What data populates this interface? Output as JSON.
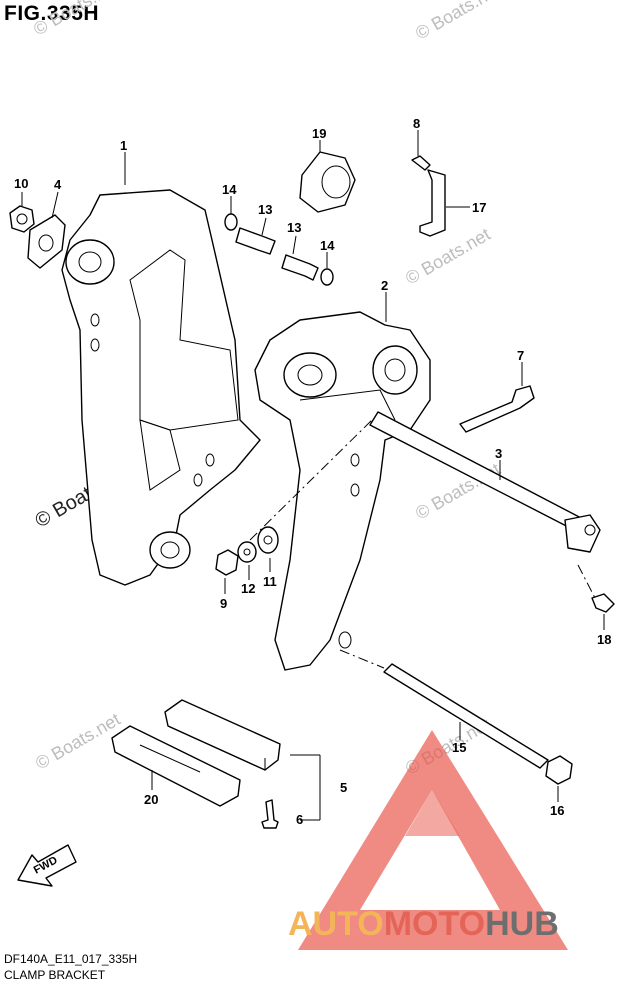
{
  "figure": {
    "title": "FIG.335H",
    "model_code": "DF140A_E11_017_335H",
    "caption": "CLAMP BRACKET"
  },
  "callouts": [
    "1",
    "2",
    "3",
    "4",
    "5",
    "6",
    "7",
    "8",
    "9",
    "10",
    "11",
    "12",
    "13",
    "13",
    "14",
    "14",
    "15",
    "16",
    "17",
    "18",
    "19",
    "20"
  ],
  "watermark": {
    "text": "© Boats.net",
    "brand_parts": [
      "AUTO",
      "MOTO",
      "HUB"
    ],
    "colors": {
      "auto": "#f2a93b",
      "moto": "#e04b3c",
      "hub": "#555555",
      "triangle": "#e8554a"
    }
  },
  "fwd_label": "FWD"
}
